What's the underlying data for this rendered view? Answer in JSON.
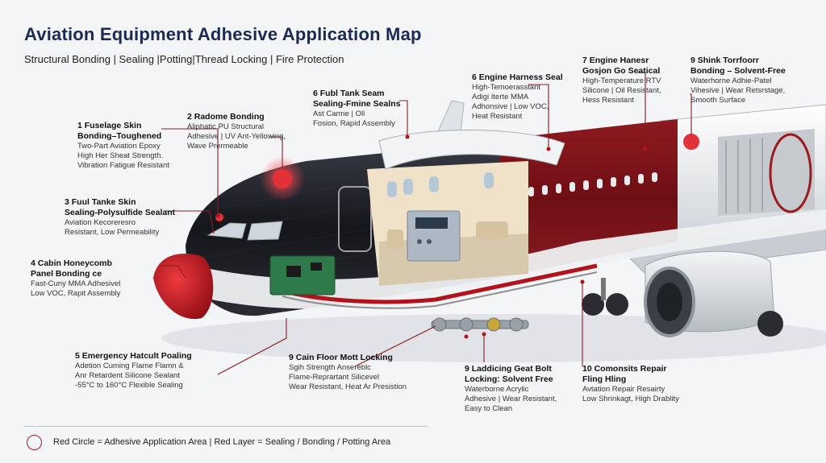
{
  "title": "Aviation Equipment Adhesive Application Map",
  "subtitle": "Structural Bonding | Sealing |Potting|Thread Locking | Fire Protection",
  "callouts": [
    {
      "head1": "1  Fuselage Skin",
      "head2": "Bonding–Toughened",
      "l1": "Two-Part Aviation Epoxy",
      "l2": "High Her Sheat Strength.",
      "l3": "Vibration Fatigue Resistant"
    },
    {
      "head1": "2 Radome Bonding",
      "l1": "Aliphatic PU Structural",
      "l2": "Adhesive | UV Ant-Yellowing,",
      "l3": "Wave Prermeable"
    },
    {
      "head1": "3  Fuul Tanke Skin",
      "head2": "Sealing-Polysulfide Sealant",
      "l1": "Aviation Kecoreresro",
      "l2": "Resistant, Low Permeability"
    },
    {
      "head1": "4  Cabin Honeycomb",
      "head2": "Panel Bonding ce",
      "l1": "Fast-Cuny MMA Adhesivel",
      "l2": "Low VOC, Rapit Assembly"
    },
    {
      "head1": "5  Emergency Hatcult Poaling",
      "l1": "Adetion Cuming Flame Flamn &",
      "l2": "Anr Retardent Silicone Sealant",
      "l3": "-55°C to 160°C Flexible Sealing"
    },
    {
      "head1": "6  Fubl Tank Seam",
      "head2": "Sealing-Fmine Sealns",
      "l1": "Ast Carme | Oll",
      "l2": "Fosion, Rapid Assembly"
    },
    {
      "head1": "6  Engine Harness Seal",
      "l1": "High-Temoerasstant",
      "l2": "Adigi Iterte  MMA",
      "l3": "Adhonsive | Low VOC,",
      "l4": "Heat Resistant"
    },
    {
      "head1": "7  Engine Hanesr",
      "head2": "Gosjon Go Seatical",
      "l1": "High-Temperature RTV",
      "l2": "Silicone | Oil Resistant,",
      "l3": "Hess Resistant"
    },
    {
      "head1": "9  Shink Torrfoorr",
      "head2": "Bonding – Solvent-Free",
      "l1": "Waterhorne Adhie-Patel",
      "l2": "Vihesive | Wear Retsrstage,",
      "l3": "Smooth Surface"
    },
    {
      "head1": "9  Cain Floor Mott Locking",
      "l1": "Sgih Strength Ansereblc",
      "l2": "Flame-Reprartant Silicevel",
      "l3": "Wear Resistant, Heat Ar Presistion"
    },
    {
      "head1": "9  Laddicing Geat Bolt",
      "head2": "Locking: Solvent Free",
      "l1": "Waterborne Acrylic",
      "l2": "Adhesive | Wear Resistant,",
      "l3": "Easy to Clean"
    },
    {
      "head1": "10  Comonsits Repair",
      "head2": "Fling Hling",
      "l1": "Avtation Repair Resairty",
      "l2": "Low Shrinkagt, High Drablity"
    }
  ],
  "legend": "Red Circle = Adhesive Application Area | Red Layer = Sealing / Bonding / Potting Area",
  "colors": {
    "accent_red": "#c0161f",
    "fuselage_dark": "#1a1b22",
    "title_navy": "#1b2a55"
  }
}
